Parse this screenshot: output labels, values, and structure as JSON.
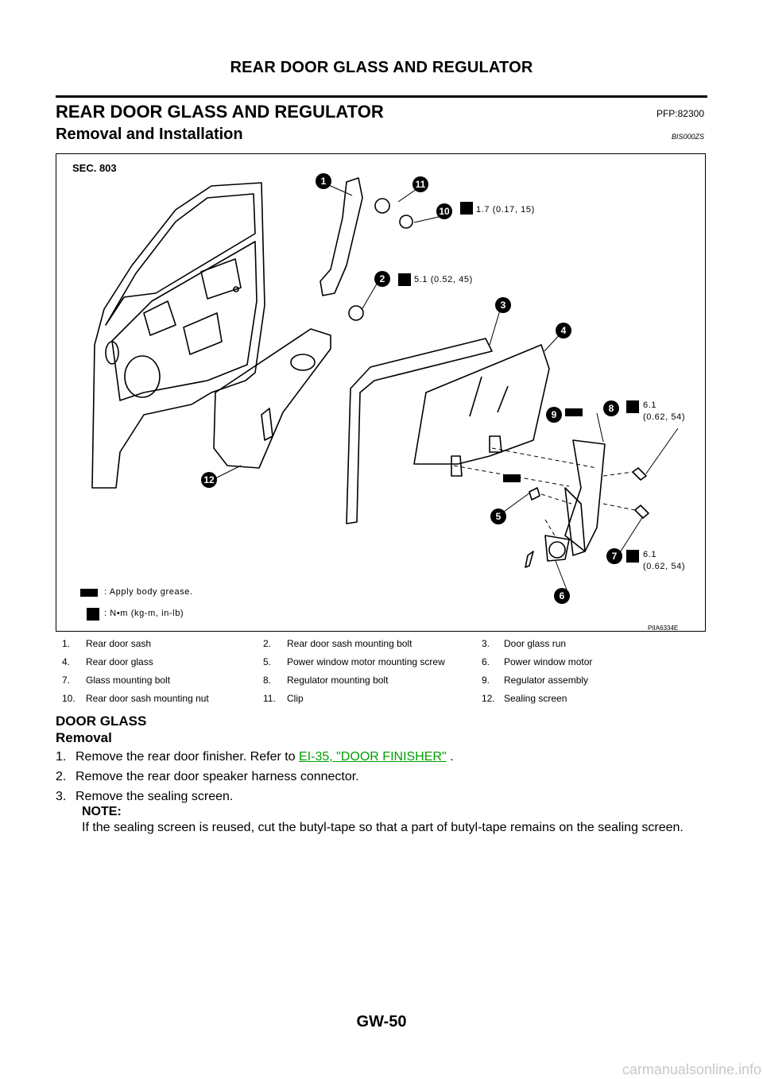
{
  "header": {
    "running_title": "REAR DOOR GLASS AND REGULATOR"
  },
  "section": {
    "title": "REAR DOOR GLASS AND REGULATOR",
    "code": "PFP:82300"
  },
  "subsection": {
    "title": "Removal and Installation",
    "code": "BIS000ZS"
  },
  "figure": {
    "sec_label": "SEC. 803",
    "callouts": [
      "1",
      "2",
      "3",
      "4",
      "5",
      "6",
      "7",
      "8",
      "9",
      "10",
      "11",
      "12"
    ],
    "torque_10": "1.7 (0.17, 15)",
    "torque_2": "5.1 (0.52, 45)",
    "torque_8_line1": "6.1",
    "torque_8_line2": "(0.62, 54)",
    "torque_7_line1": "6.1",
    "torque_7_line2": "(0.62, 54)",
    "legend_grease": ": Apply body grease.",
    "legend_torque": ": N•m (kg-m, in-lb)",
    "figure_id": "PIIA6334E"
  },
  "parts": [
    [
      "1.",
      "Rear door sash",
      "2.",
      "Rear door sash mounting bolt",
      "3.",
      "Door glass run"
    ],
    [
      "4.",
      "Rear door glass",
      "5.",
      "Power window motor mounting screw",
      "6.",
      "Power window motor"
    ],
    [
      "7.",
      "Glass mounting bolt",
      "8.",
      "Regulator mounting bolt",
      "9.",
      "Regulator assembly"
    ],
    [
      "10.",
      "Rear door sash mounting nut",
      "11.",
      "Clip",
      "12.",
      "Sealing screen"
    ]
  ],
  "procedure": {
    "heading": "DOOR GLASS",
    "subheading": "Removal",
    "steps": [
      {
        "num": "1.",
        "text": "Remove the rear door finisher. Refer to ",
        "link": "EI-35, \"DOOR FINISHER\"",
        "after": " ."
      },
      {
        "num": "2.",
        "text": "Remove the rear door speaker harness connector."
      },
      {
        "num": "3.",
        "text": "Remove the sealing screen."
      }
    ],
    "note_label": "NOTE:",
    "note_text": "If the sealing screen is reused, cut the butyl-tape so that a part of butyl-tape remains on the sealing screen."
  },
  "footer": {
    "page_number": "GW-50",
    "watermark": "carmanualsonline.info"
  }
}
